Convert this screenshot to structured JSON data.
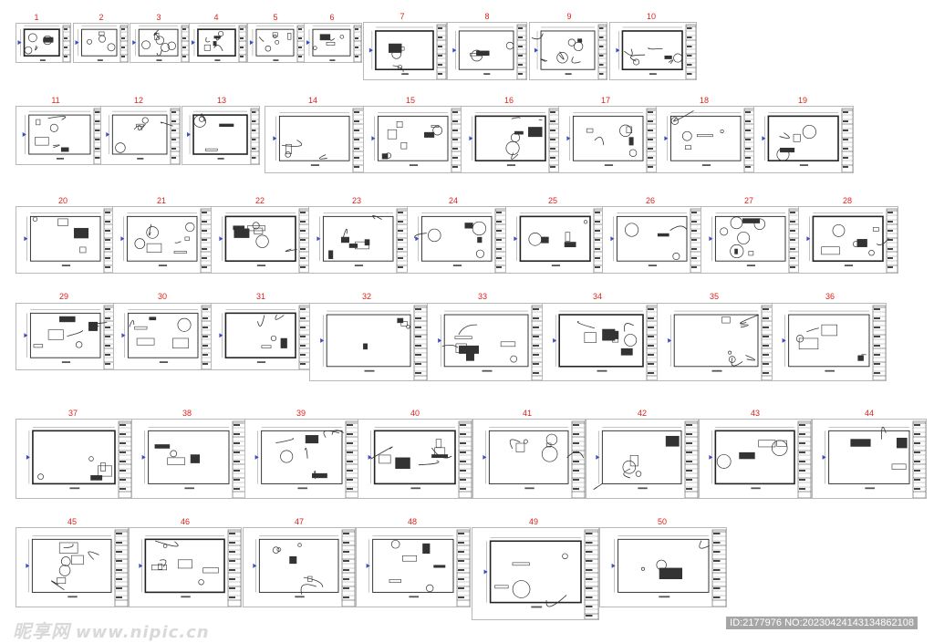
{
  "sheet_numbers": [
    "1",
    "2",
    "3",
    "4",
    "5",
    "6",
    "7",
    "8",
    "9",
    "10",
    "11",
    "12",
    "13",
    "14",
    "15",
    "16",
    "17",
    "18",
    "19",
    "20",
    "21",
    "22",
    "23",
    "24",
    "25",
    "26",
    "27",
    "28",
    "29",
    "30",
    "31",
    "32",
    "33",
    "34",
    "35",
    "36",
    "37",
    "38",
    "39",
    "40",
    "41",
    "42",
    "43",
    "44",
    "45",
    "46",
    "47",
    "48",
    "49",
    "50"
  ],
  "watermark": {
    "site_cn": "昵享网",
    "site_url": "www.nipic.cn"
  },
  "image_id": "ID:2177976 NO:20230424143134862108",
  "colors": {
    "number": "#e0201a",
    "border": "#b8b8b8",
    "line": "#222222"
  }
}
